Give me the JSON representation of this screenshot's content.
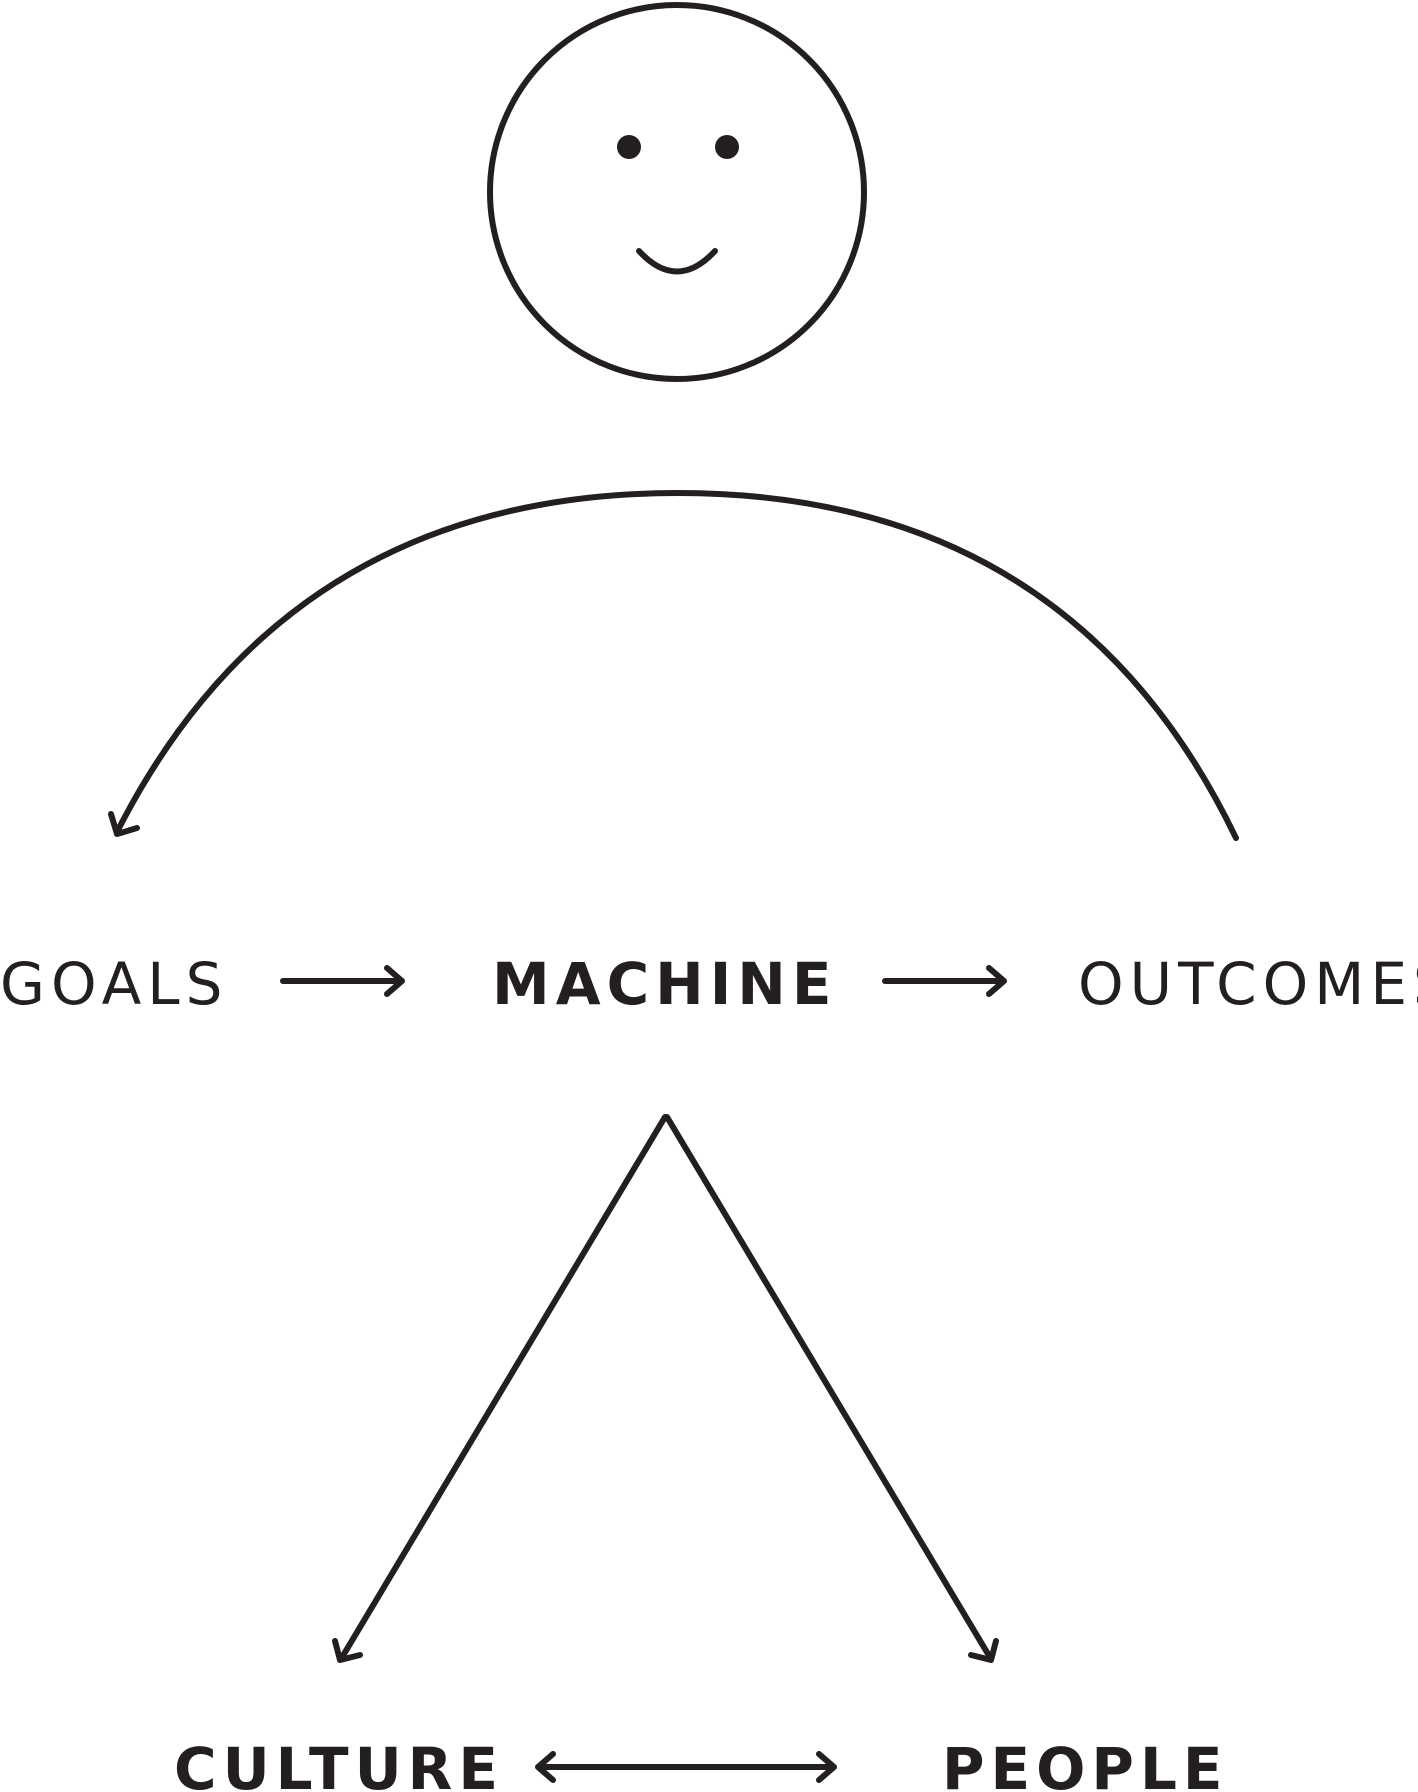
{
  "diagram": {
    "nodes": {
      "goals": "GOALS",
      "machine": "MACHINE",
      "outcomes": "OUTCOMES",
      "culture": "CULTURE",
      "people": "PEOPLE"
    },
    "edges": [
      {
        "from": "outcomes",
        "to": "goals",
        "kind": "feedback-arc"
      },
      {
        "from": "goals",
        "to": "machine",
        "kind": "arrow"
      },
      {
        "from": "machine",
        "to": "outcomes",
        "kind": "arrow"
      },
      {
        "from": "machine",
        "to": "culture",
        "kind": "arrow"
      },
      {
        "from": "machine",
        "to": "people",
        "kind": "arrow"
      },
      {
        "from": "culture",
        "to": "people",
        "kind": "double-arrow"
      }
    ]
  }
}
